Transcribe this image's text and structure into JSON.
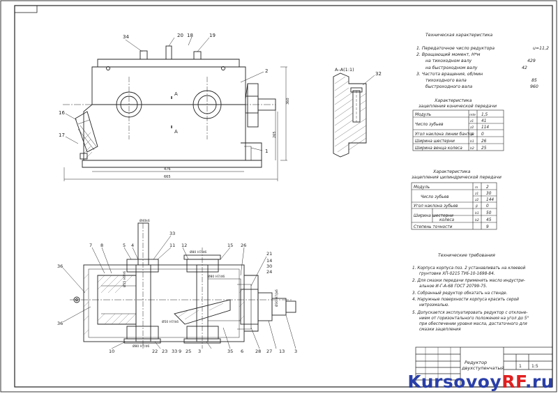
{
  "callouts_top": [
    "34",
    "20",
    "18",
    "19",
    "2",
    "16",
    "17",
    "1"
  ],
  "dims_top": [
    "476",
    "665",
    "265",
    "360"
  ],
  "section_view": {
    "label": "А–А(1:1)",
    "callout": "32"
  },
  "section_marks": [
    "А",
    "А"
  ],
  "tech_char": {
    "title": "Техническая характеристика",
    "items": [
      {
        "text": "1. Передаточное число редуктора",
        "value": "u=11,2"
      },
      {
        "text": "2. Вращающий момент, Н*м",
        "value": ""
      },
      {
        "text": "на тихоходном валу",
        "value": "429"
      },
      {
        "text": "на быстроходном валу",
        "value": "42"
      },
      {
        "text": "3. Частота вращения, об/мин",
        "value": ""
      },
      {
        "text": "тихоходного вала",
        "value": "85"
      },
      {
        "text": "быстроходного вала",
        "value": "960"
      }
    ]
  },
  "bevel": {
    "title1": "Характеристика",
    "title2": "зацепления конической передачи",
    "rows": [
      [
        "Модуль",
        "mte",
        "1,5"
      ],
      [
        "Число зубьев",
        "z1",
        "41"
      ],
      [
        "",
        "z2",
        "114"
      ],
      [
        "Угол наклона линии бантов",
        "β",
        "0"
      ],
      [
        "Ширина шестерни",
        "b1",
        "26"
      ],
      [
        "Ширина венца колеса",
        "b2",
        "25"
      ]
    ]
  },
  "cyl": {
    "title1": "Характеристика",
    "title2": "зацепления цилиндрической передачи",
    "rows": [
      [
        "Модуль",
        "m",
        "2"
      ],
      [
        "Число зубьев",
        "z1",
        "30"
      ],
      [
        "",
        "z2",
        "144"
      ],
      [
        "Угол наклона зубьев",
        "β",
        "0"
      ],
      [
        "Ширина шестерни",
        "b1",
        "50"
      ],
      [
        "колеса",
        "b2",
        "45"
      ],
      [
        "Степень точности",
        "",
        "9"
      ]
    ]
  },
  "requirements": {
    "title": "Технические требования",
    "lines": [
      "1. Корпуса корпуса поз. 2 устанавливать на клеевой",
      "грунтовке ХП-0215 ТУ6-10-1698-84.",
      "2. Для смазки передачи применять масло индустри-",
      "альное И-Г-А-68 ГОСТ 20799-75.",
      "3. Собранный редуктор обкатать на стенде.",
      "4. Наружные поверхности корпуса красить серой",
      "нитроэмалью.",
      "5. Допускается эксплуатировать редуктор с отклоне-",
      "нием от горизонтального положения на угол до 5°",
      "при обеспечении уровня масла, достаточного для",
      "смазки зацепления"
    ]
  },
  "callouts_bottom": [
    "7",
    "8",
    "5",
    "4",
    "33",
    "11",
    "12",
    "15",
    "26",
    "21",
    "14",
    "30",
    "24",
    "36",
    "36",
    "10",
    "22",
    "23",
    "33",
    "9",
    "25",
    "3",
    "35",
    "6",
    "28",
    "27",
    "13",
    "3"
  ],
  "fits_bottom": [
    "Ø40k6",
    "Ø80 H7/d6",
    "Ø55 H7/r6",
    "Ø50 H7/k6",
    "Ø30 H7/js6",
    "Ø80 H7/d6",
    "Ø80 H7/d6"
  ],
  "title_block": {
    "name_line1": "Редуктор",
    "name_line2": "двухступенчатый",
    "scale": "1:5",
    "sheet": "1"
  },
  "watermark": {
    "part1": "Kursovoy",
    "part2": "RF",
    "part3": ".ru"
  }
}
